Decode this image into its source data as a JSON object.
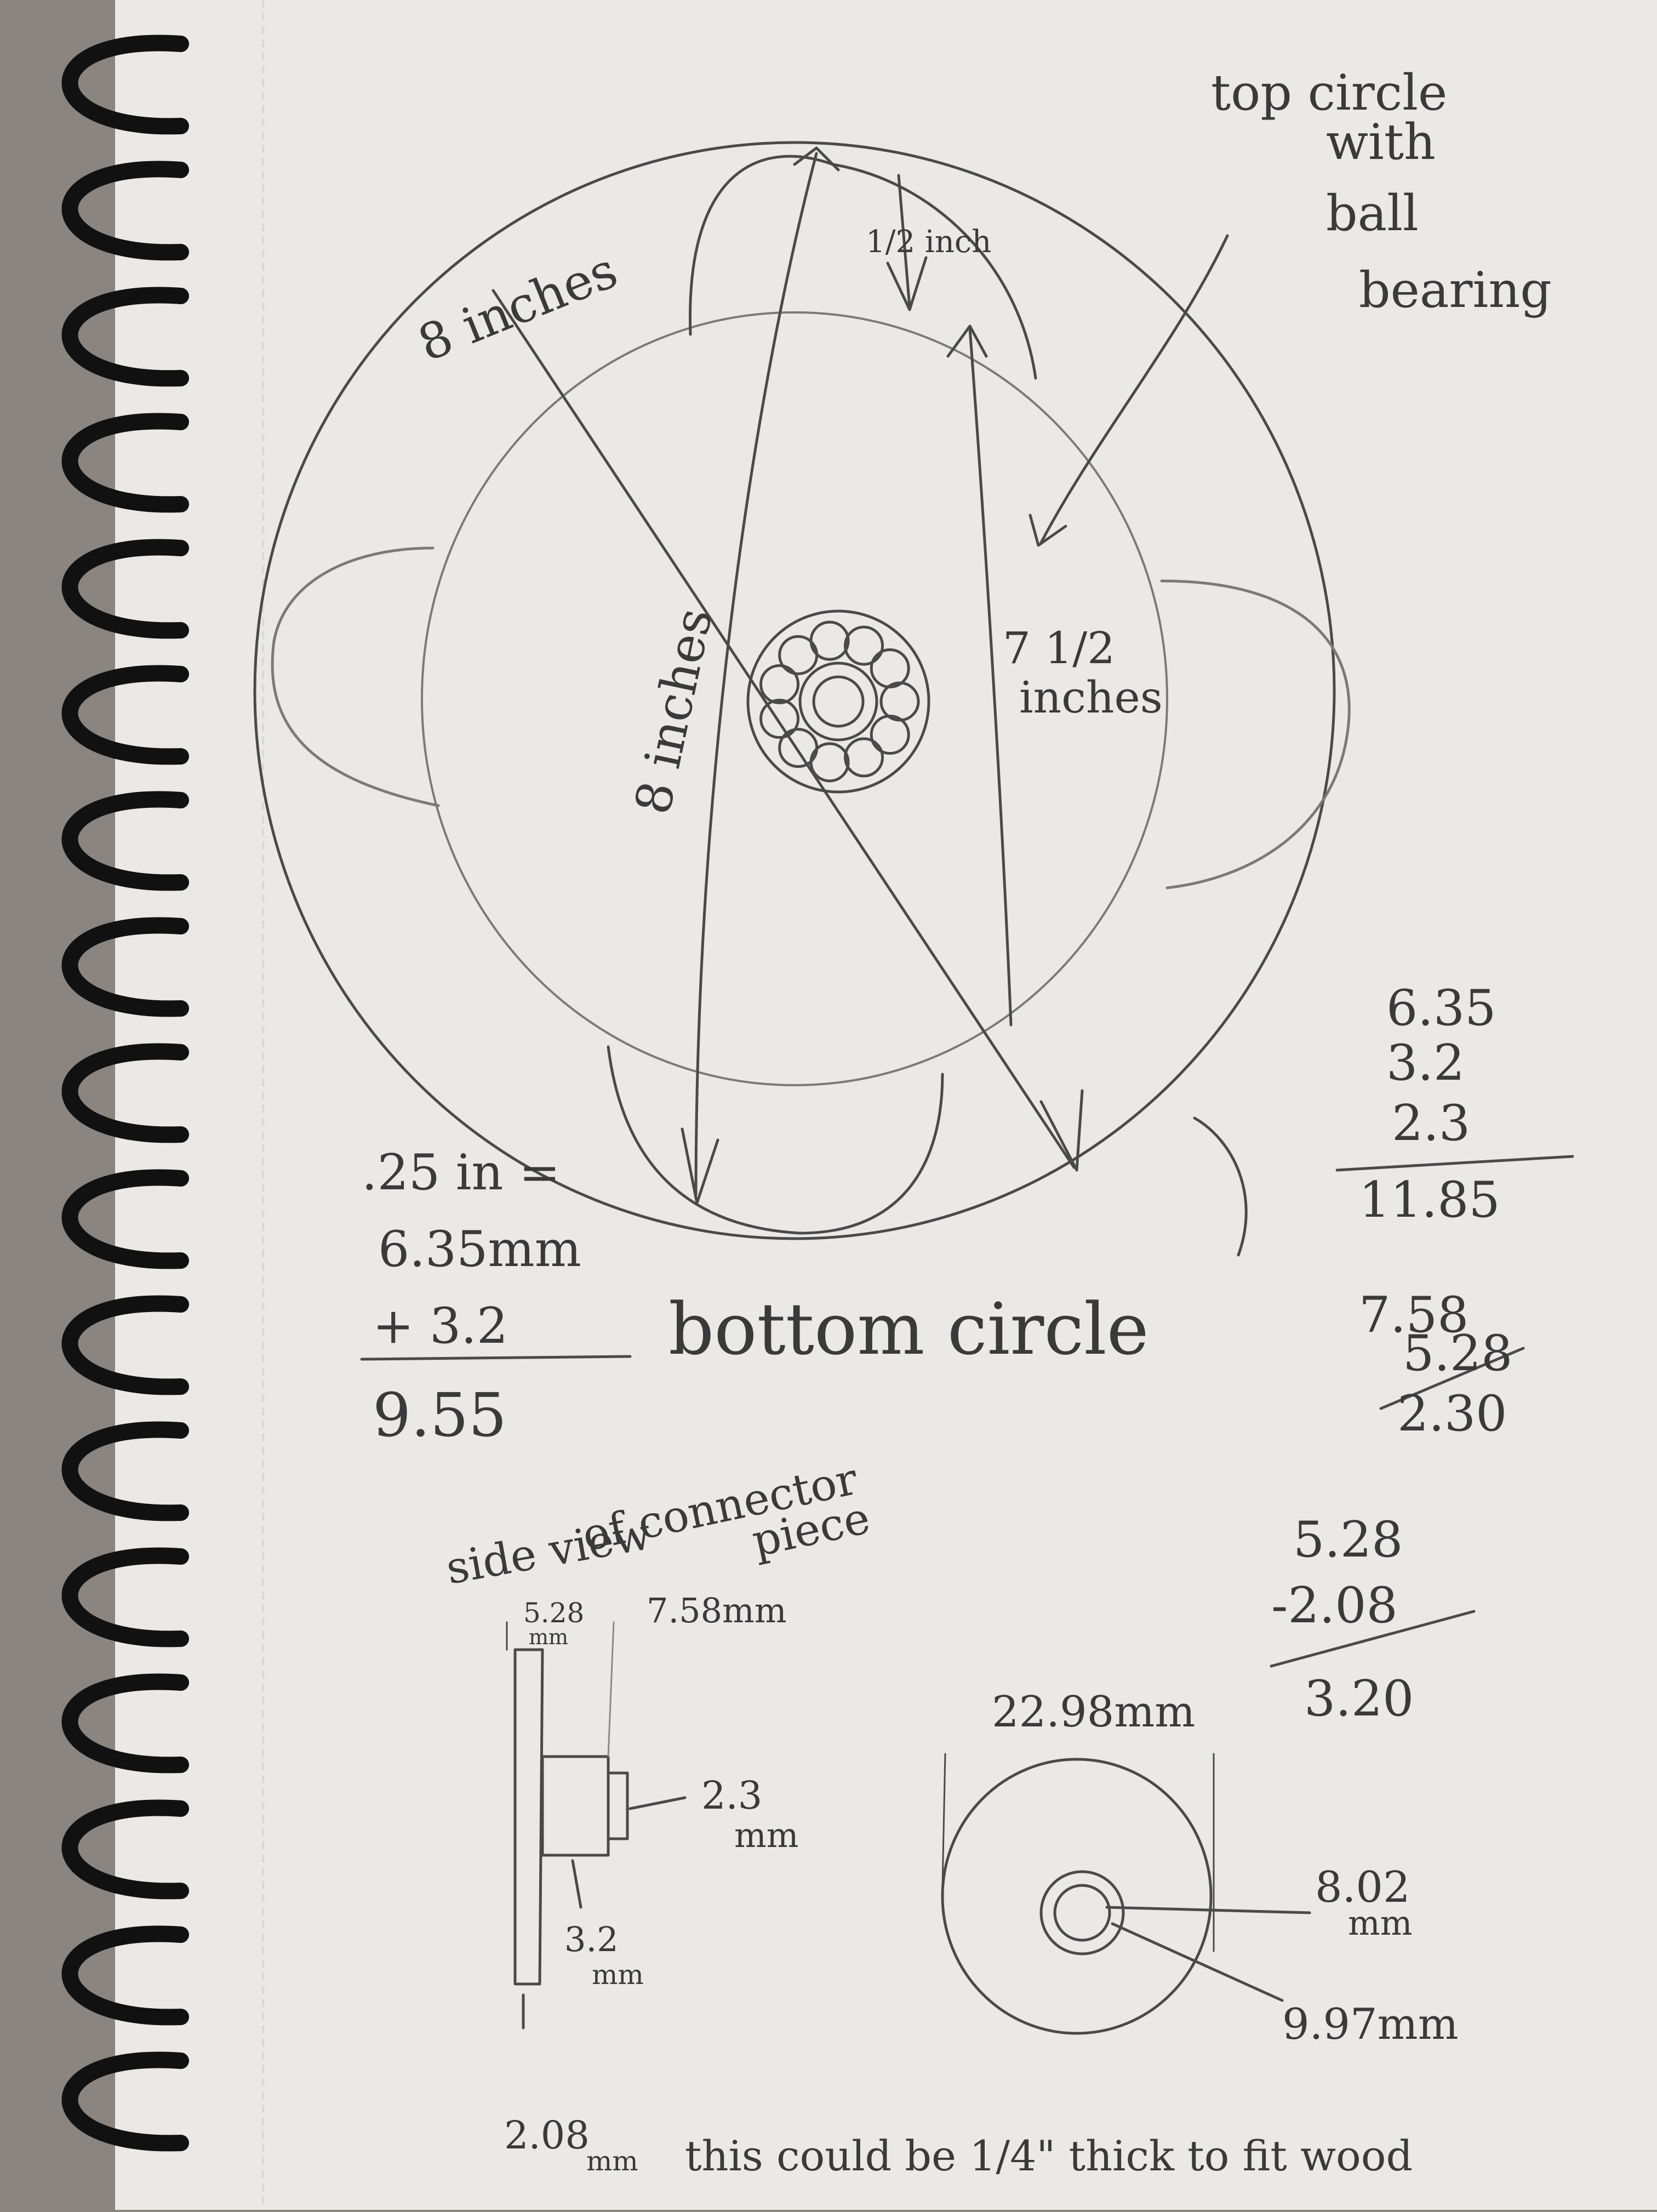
{
  "notes": {
    "top_label": [
      "top circle",
      "with",
      "ball",
      "bearing"
    ],
    "dim_8in_diag": "8 inches",
    "dim_8in_vert": "8 inches",
    "dim_half_inch": "1/2 inch",
    "dim_7_5": [
      "7 1/2",
      "inches"
    ],
    "bottom_label": "bottom circle",
    "calc_left": [
      ".25 in =",
      "6.35mm",
      "+ 3.2",
      "9.55"
    ],
    "calc_right_1": [
      "6.35",
      "3.2",
      "2.3",
      "11.85"
    ],
    "calc_right_2": [
      "7.58",
      "5.28",
      "2.30"
    ],
    "calc_right_3": [
      "5.28",
      "-2.08",
      "3.20"
    ],
    "side_view_label": [
      "side view",
      "of connector",
      "piece"
    ],
    "side_dims": {
      "a": [
        "5.28",
        "mm"
      ],
      "b": "7.58mm",
      "c": [
        "2.3",
        "mm"
      ],
      "d": [
        "3.2",
        "mm"
      ],
      "e": [
        "2.08",
        "mm"
      ]
    },
    "disc_dims": {
      "width": "22.98mm",
      "inner": [
        "8.02",
        "mm"
      ],
      "outer": "9.97mm"
    },
    "footer": "this could be 1/4\" thick to fit wood"
  }
}
